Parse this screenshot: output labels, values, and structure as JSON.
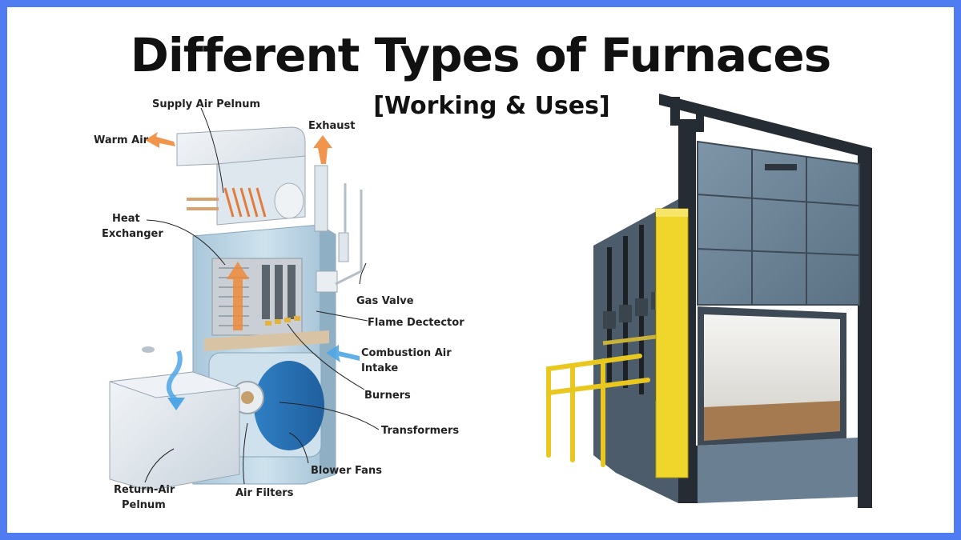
{
  "header": {
    "title": "Different Types of Furnaces",
    "subtitle": "[Working & Uses]"
  },
  "diagram": {
    "labels": {
      "supply_air_plenum": "Supply Air Pelnum",
      "warm_air": "Warm Air",
      "exhaust": "Exhaust",
      "heat_exchanger_1": "Heat",
      "heat_exchanger_2": "Exchanger",
      "gas_valve": "Gas Valve",
      "flame_detector": "Flame Dectector",
      "combustion_air_1": "Combustion Air",
      "combustion_air_2": "Intake",
      "burners": "Burners",
      "transformers": "Transformers",
      "blower_fans": "Blower Fans",
      "air_filters": "Air Filters",
      "return_air_1": "Return-Air",
      "return_air_2": "Pelnum"
    }
  },
  "colors": {
    "border": "#4f7cf0",
    "furnace_body": "#bcd6e6",
    "arrow_warm": "#f08a3a",
    "arrow_cool": "#4fa6e6",
    "industrial_door": "#6b8296",
    "industrial_frame": "#262c33",
    "safety_yellow": "#f0d62a"
  }
}
